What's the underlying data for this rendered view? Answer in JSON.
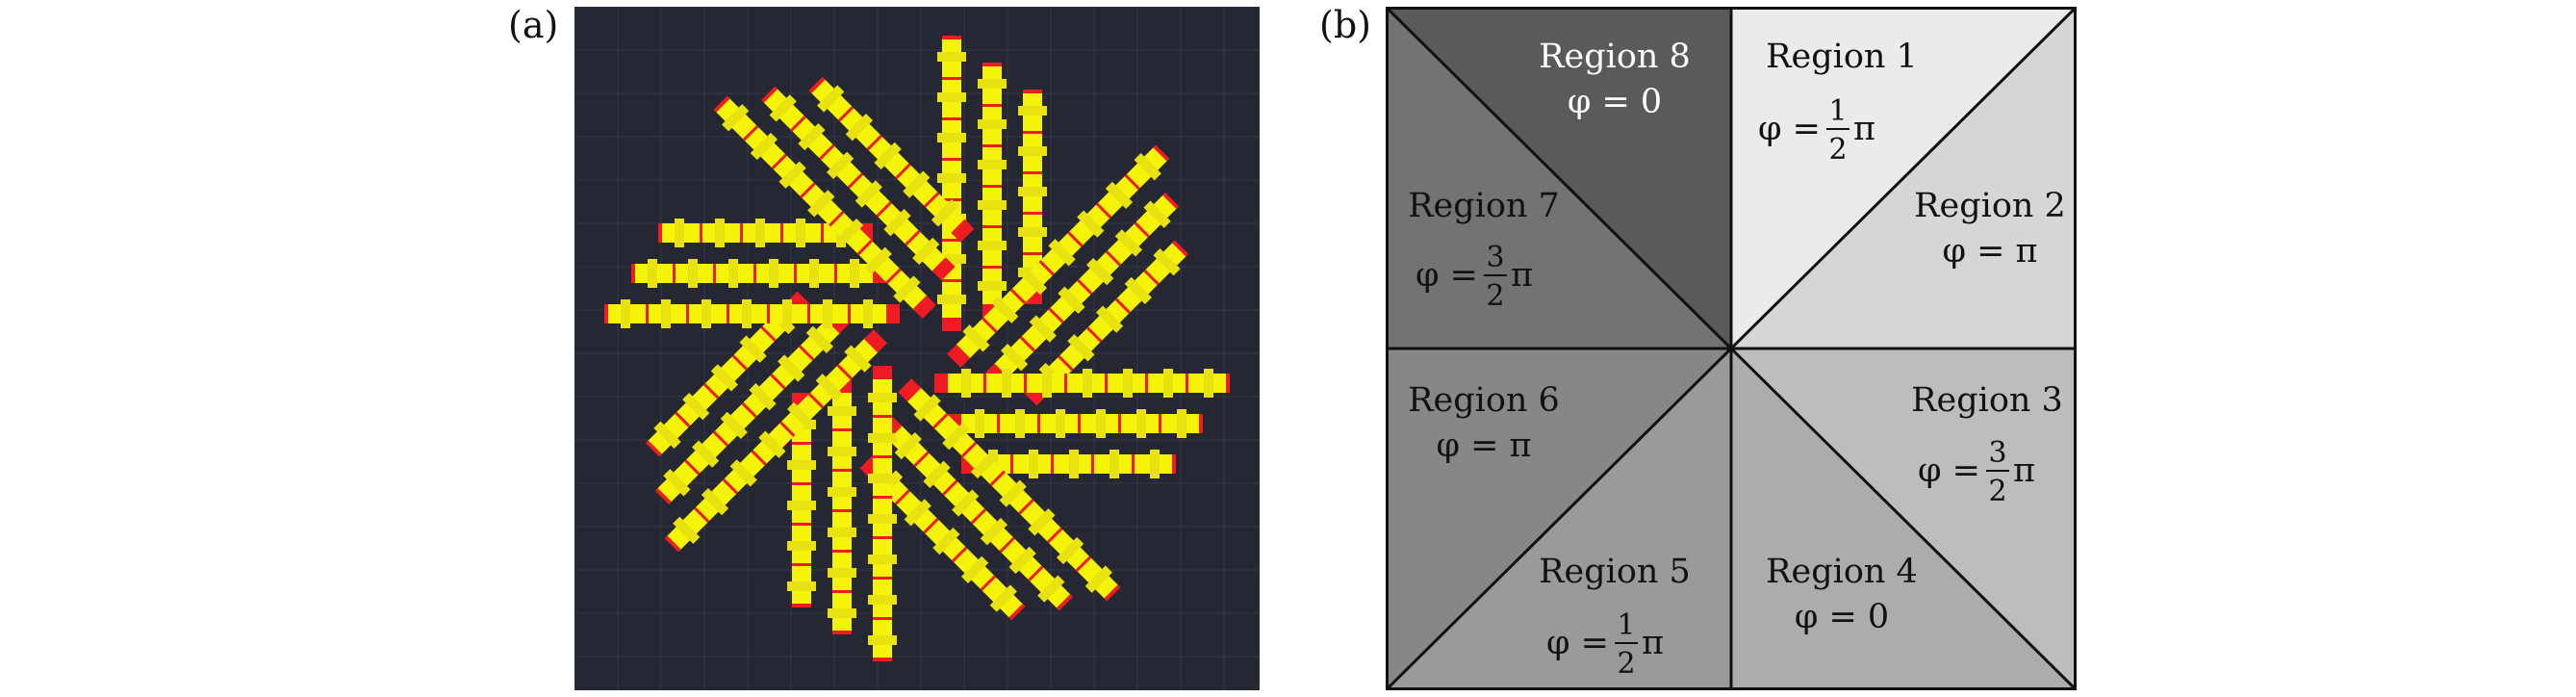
{
  "figure": {
    "panel_a_label": "(a)",
    "panel_b_label": "(b)",
    "colors": {
      "background": "#252733",
      "grid": "#343847",
      "element": "#f6f30a",
      "element_edge": "#e8e210",
      "divider": "#ee1c22"
    }
  },
  "regions": [
    {
      "title": "Region 8",
      "phase_text": "φ = 0",
      "fill": "#5a5a5a"
    },
    {
      "title": "Region 1",
      "phase_prefix": "φ =",
      "frac_num": "1",
      "frac_den": "2",
      "phase_suffix": "π",
      "fill": "#ebebeb"
    },
    {
      "title": "Region 2",
      "phase_text": "φ = π",
      "fill": "#d6d6d6"
    },
    {
      "title": "Region 3",
      "phase_prefix": "φ =",
      "frac_num": "3",
      "frac_den": "2",
      "phase_suffix": "π",
      "fill": "#bdbdbd"
    },
    {
      "title": "Region 4",
      "phase_text": "φ = 0",
      "fill": "#acacac"
    },
    {
      "title": "Region 5",
      "phase_prefix": "φ =",
      "frac_num": "1",
      "frac_den": "2",
      "phase_suffix": "π",
      "fill": "#9a9a9a"
    },
    {
      "title": "Region 6",
      "phase_text": "φ = π",
      "fill": "#878787"
    },
    {
      "title": "Region 7",
      "phase_prefix": "φ =",
      "frac_num": "3",
      "frac_den": "2",
      "phase_suffix": "π",
      "fill": "#737373"
    }
  ]
}
